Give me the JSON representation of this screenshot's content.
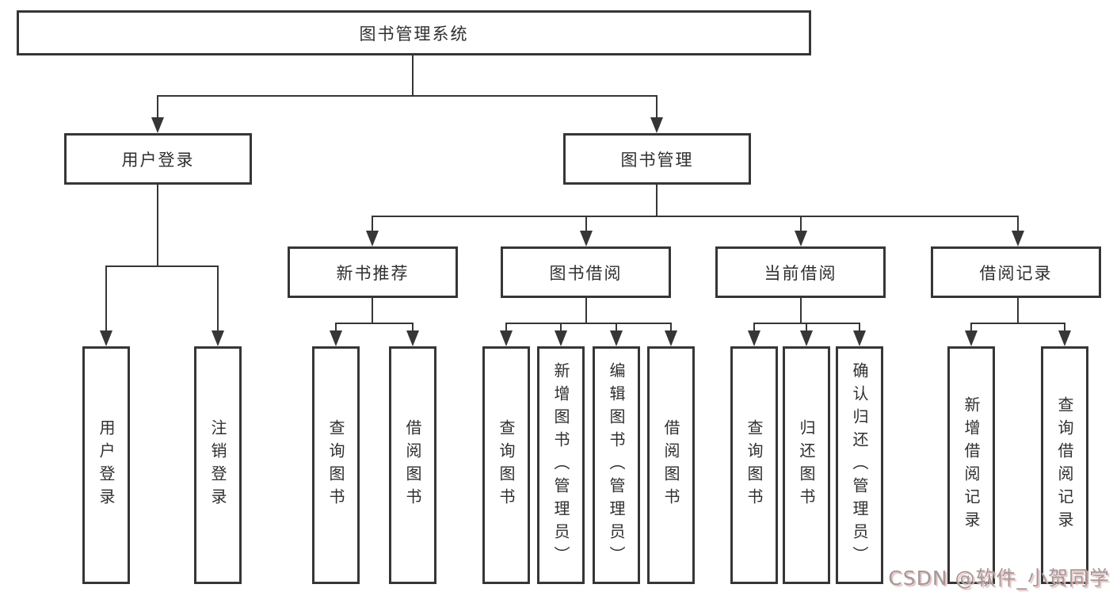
{
  "diagram": {
    "root": {
      "label": "图书管理系统"
    },
    "level2": [
      {
        "id": "user-login",
        "label": "用户登录"
      },
      {
        "id": "book-management",
        "label": "图书管理"
      }
    ],
    "level3": [
      {
        "id": "new-book-recommend",
        "label": "新书推荐"
      },
      {
        "id": "book-borrow",
        "label": "图书借阅"
      },
      {
        "id": "current-borrow",
        "label": "当前借阅"
      },
      {
        "id": "borrow-record",
        "label": "借阅记录"
      }
    ],
    "leaves": [
      {
        "parent": "用户登录",
        "label": "用户登录"
      },
      {
        "parent": "用户登录",
        "label": "注销登录"
      },
      {
        "parent": "新书推荐",
        "label": "查询图书"
      },
      {
        "parent": "新书推荐",
        "label": "借阅图书"
      },
      {
        "parent": "图书借阅",
        "label": "查询图书"
      },
      {
        "parent": "图书借阅",
        "label": "新增图书（管理员）"
      },
      {
        "parent": "图书借阅",
        "label": "编辑图书（管理员）"
      },
      {
        "parent": "图书借阅",
        "label": "借阅图书"
      },
      {
        "parent": "当前借阅",
        "label": "查询图书"
      },
      {
        "parent": "当前借阅",
        "label": "归还图书"
      },
      {
        "parent": "当前借阅",
        "label": "确认归还（管理员）"
      },
      {
        "parent": "借阅记录",
        "label": "新增借阅记录"
      },
      {
        "parent": "借阅记录",
        "label": "查询借阅记录"
      }
    ],
    "watermark": {
      "text": "CSDN @软件_小贺同学"
    },
    "colors": {
      "line": "#363636",
      "border": "#363636",
      "fill": "#ffffff",
      "text": "#2f2f2f",
      "watermark": "#9c9c9c",
      "watermark_shadow": "#f0bcbc"
    }
  }
}
